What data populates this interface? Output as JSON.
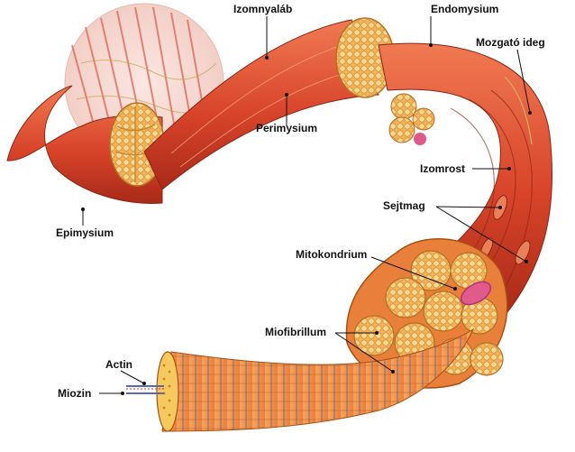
{
  "labels": {
    "izomnyalab": "Izomnyaláb",
    "endomysium": "Endomysium",
    "mozgato_ideg": "Mozgató ideg",
    "perimysium": "Perimysium",
    "izomrost": "Izomrost",
    "sejtmag": "Sejtmag",
    "epimysium": "Epimysium",
    "mitokondrium": "Mitokondrium",
    "miofibrillum": "Miofibrillum",
    "actin": "Actin",
    "miozin": "Miozin"
  },
  "colors": {
    "muscle_red": "#d8442a",
    "muscle_dark": "#a82a18",
    "muscle_light": "#f07a52",
    "fascicle_orange": "#f0b35a",
    "fascicle_light": "#fbd890",
    "nucleus_pink": "#e05a8a",
    "mito_purple": "#b0307a",
    "myofibril_stripe": "#3a5aa8"
  }
}
